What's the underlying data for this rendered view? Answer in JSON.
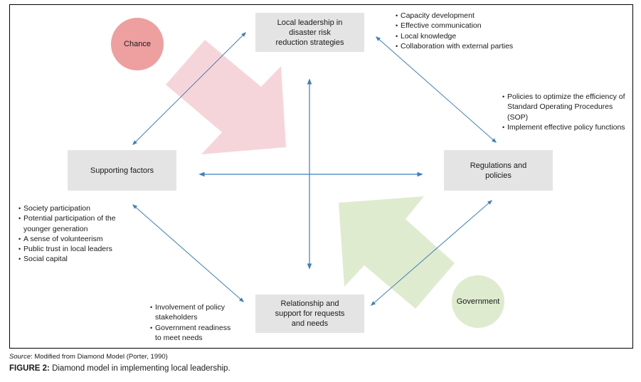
{
  "figure": {
    "source_label": "Source",
    "source_text": ": Modified from Diamond Model (Porter, 1990)",
    "caption_label": "FIGURE 2:",
    "caption_text": " Diamond model in implementing local leadership."
  },
  "nodes": {
    "top": {
      "label": "Local leadership in disaster risk reduction strategies",
      "lines": [
        "Local leadership in",
        "disaster risk",
        "reduction strategies"
      ]
    },
    "left": {
      "label": "Supporting factors"
    },
    "right": {
      "lines": [
        "Regulations and",
        "policies"
      ]
    },
    "bottom": {
      "lines": [
        "Relationship and",
        "support for requests",
        "and needs"
      ]
    }
  },
  "external_factors": {
    "chance": {
      "label": "Chance",
      "color": "#ee9f9f",
      "arrow_color": "#f6d5da"
    },
    "government": {
      "label": "Government",
      "color": "#dfebcf",
      "arrow_color": "#dfebcf"
    }
  },
  "bullets": {
    "top": [
      "Capacity development",
      "Effective communication",
      "Local knowledge",
      "Collaboration with external parties"
    ],
    "right": [
      "Policies to optimize the efficiency of Standard Operating Procedures (SOP)",
      "Implement effective policy functions"
    ],
    "left": [
      "Society participation",
      "Potential participation of the younger generation",
      "A sense of volunteerism",
      "Public trust in local leaders",
      "Social capital"
    ],
    "bottom": [
      "Involvement of policy stakeholders",
      "Government readiness to meet needs"
    ]
  },
  "colors": {
    "connector": "#3f7fbf",
    "box_fill": "#e4e4e4"
  }
}
